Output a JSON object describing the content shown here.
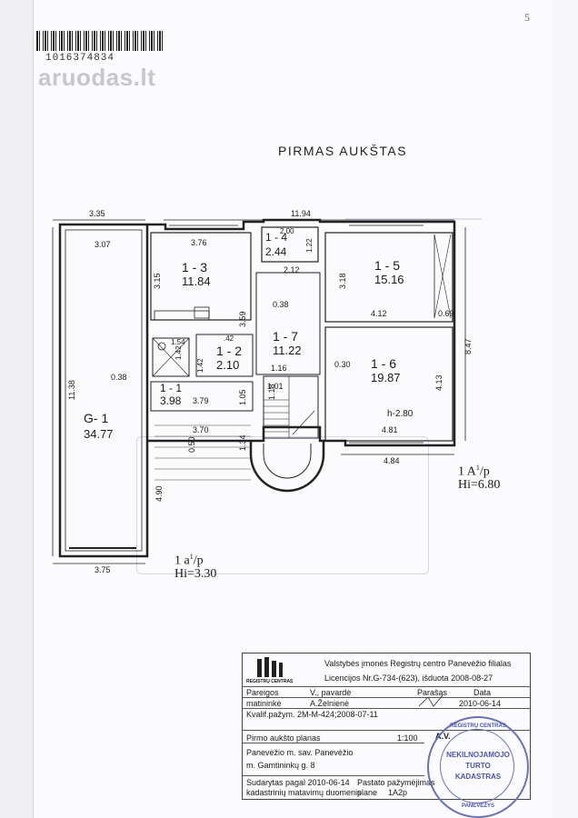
{
  "barcode_number": "1016374834",
  "watermark": "aruodas.lt",
  "page_number": "5",
  "title": "PIRMAS AUKŠTAS",
  "rooms": [
    {
      "id": "G- 1",
      "area": "34.77"
    },
    {
      "id": "1 - 3",
      "area": "11.84"
    },
    {
      "id": "1 - 4",
      "area": "2.44"
    },
    {
      "id": "1 - 5",
      "area": "15.16"
    },
    {
      "id": "1 - 7",
      "area": "11.22"
    },
    {
      "id": "1 - 2",
      "area": "2.10"
    },
    {
      "id": "1 - 6",
      "area": "19.87"
    },
    {
      "id": "1 - 1",
      "area": "3.98"
    }
  ],
  "dimensions": {
    "top_left": "3.35",
    "top_total": "11.94",
    "g1_top": "3.07",
    "g1_height": "11.38",
    "g1_bottom": "3.75",
    "r13_top": "3.76",
    "r13_side": "3.15",
    "r14_a": "2.00",
    "r14_b": "1.22",
    "r14_bottom": "2.12",
    "r15_side": "3.18",
    "r15_bottom": "4.12",
    "r15_small": "0.69",
    "corr_a": "0.38",
    "corr_b": "3.59",
    "r12_a": ".42",
    "r12_b": "1.54",
    "r12_c": "1.42",
    "r12_d": "1.42",
    "r17_inner": "1.16",
    "r16_gap": "0.30",
    "r16_side": "4.13",
    "r16_bottom": "4.81",
    "height_label": "h-2.80",
    "overall_right": "8.47",
    "outer_bottom": "4.84",
    "g1_gap": "0.38",
    "r11_a": "3.79",
    "r11_b": "1.05",
    "stair_a": "1.01",
    "stair_b": "1.18",
    "porch_a": "3.70",
    "porch_b": "0.50",
    "porch_c": "1.34",
    "left_ext": "4.90"
  },
  "floor_labels": {
    "upper_a": "1 A",
    "upper_sup": "1",
    "upper_b": "/p",
    "upper_hi": "Hi=6.80",
    "lower_a": "1 a",
    "lower_sup": "1",
    "lower_b": "/p",
    "lower_hi": "Hi=3.30"
  },
  "title_block": {
    "logo_caption": "REGISTRŲ CENTRAS",
    "org": "Valstybės įmonės Registrų centro Panevėžio filialas",
    "license": "Licencijos Nr.G-734-(623), išduota 2008-08-27",
    "h_pareigos": "Pareigos",
    "h_vardas": "V., pavardė",
    "h_parasas": "Parašas",
    "h_data": "Data",
    "role": "matininkė",
    "name": "A.Želnienė",
    "date": "2010-06-14",
    "kval": "Kvalif.pažym.",
    "kval_val": "2M-M-424;2008-07-11",
    "plan_name": "Pirmo aukšto planas",
    "scale": "1:100",
    "av": "A.V.",
    "address1": "Panevėžio m. sav. Panevėžio",
    "address2": "m. Gamtininkų g. 8",
    "compiled1": "Sudarytas pagal  2010-06-14",
    "compiled2": "kadastrinių matavimų duomenis",
    "certificate1": "Pastato pažymėjimas",
    "certificate2": "plane",
    "certificate_code": "1A2p"
  },
  "stamp": {
    "outer": "REGISTRŲ CENTRAS",
    "line1": "NEKILNOJAMOJO",
    "line2": "TURTO",
    "line3": "KADASTRAS",
    "bottom": "PANEVĖŽYS"
  }
}
